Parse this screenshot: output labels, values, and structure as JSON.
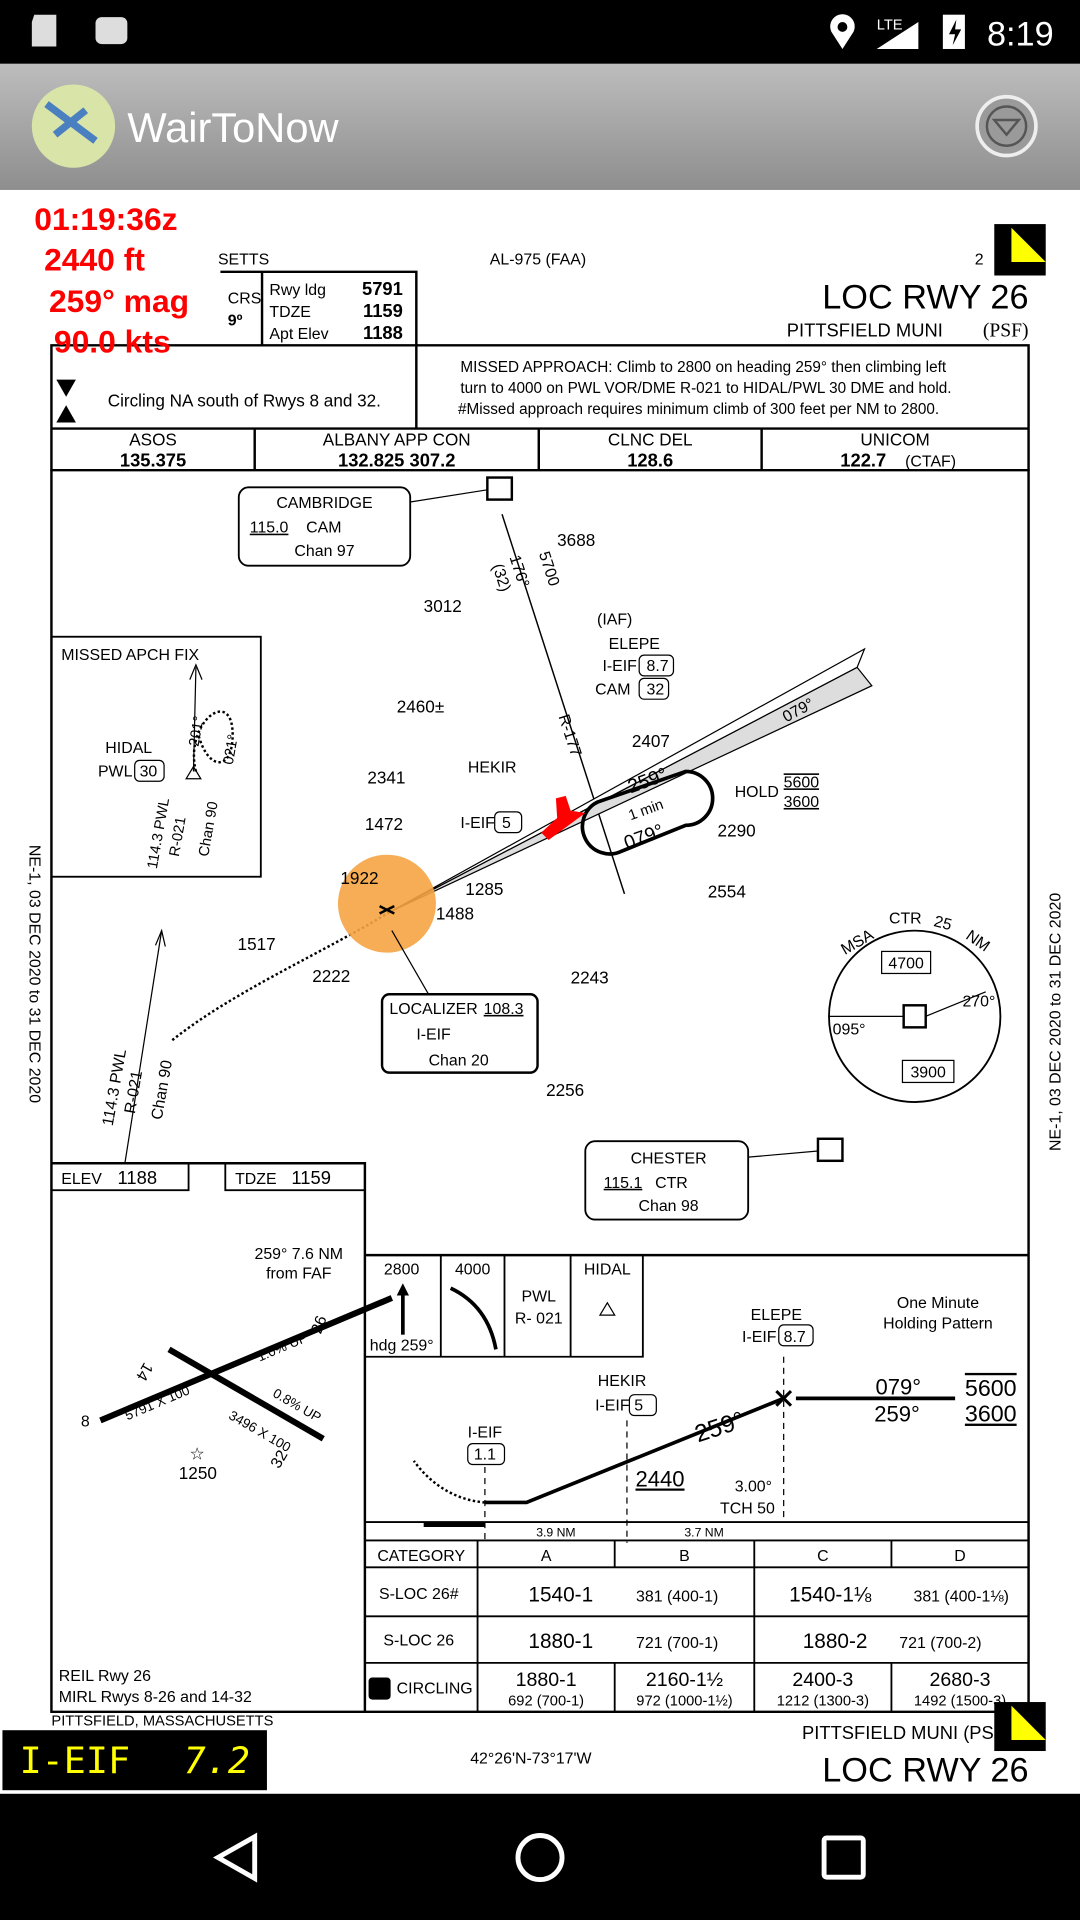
{
  "status_bar": {
    "time": "8:19",
    "network": "LTE",
    "icons": [
      "sd-card-icon",
      "android-icon",
      "location-icon",
      "signal-icon",
      "battery-charging-icon"
    ]
  },
  "app_bar": {
    "title": "WairToNow",
    "menu_icon": "dropdown-circle-icon"
  },
  "overlay": {
    "time": "01:19:36z",
    "altitude": "2440 ft",
    "heading": "259° mag",
    "speed": "90.0 kts",
    "nav_ident": "I-EIF",
    "nav_dme": "7.2"
  },
  "colors": {
    "overlay_text": "#ff0000",
    "ownship": "#ff0000",
    "range_circle": "#f5a443",
    "nav_box_bg": "#000000",
    "nav_box_text": "#ffff00"
  },
  "plate": {
    "state_partial": "SETTS",
    "faa_id": "AL-975 (FAA)",
    "date_partial": "2",
    "title": "LOC RWY 26",
    "airport": "PITTSFIELD MUNI",
    "airport_id": "(PSF)",
    "crs_label": "CRS",
    "crs_partial": "9º",
    "rwy_ldg_label": "Rwy ldg",
    "rwy_ldg": "5791",
    "tdze_label": "TDZE",
    "tdze": "1159",
    "apt_elev_label": "Apt Elev",
    "apt_elev": "1188",
    "notes": "Circling NA south of Rwys 8 and 32.",
    "missed_approach": [
      "MISSED APPROACH: Climb to 2800 on heading 259° then climbing left",
      "turn to 4000 on PWL VOR/DME R-021 to HIDAL/PWL 30 DME and hold.",
      "#Missed approach requires minimum climb of 300 feet per NM to 2800."
    ],
    "comms": [
      {
        "name": "ASOS",
        "freq": "135.375"
      },
      {
        "name": "ALBANY APP CON",
        "freq": "132.825   307.2"
      },
      {
        "name": "CLNC DEL",
        "freq": "128.6"
      },
      {
        "name": "UNICOM",
        "freq": "122.7",
        "extra": "(CTAF)"
      }
    ],
    "plan": {
      "cambridge": {
        "name": "CAMBRIDGE",
        "freq": "115.0",
        "id": "CAM",
        "chan": "Chan 97"
      },
      "chester": {
        "name": "CHESTER",
        "freq": "115.1",
        "id": "CTR",
        "chan": "Chan 98"
      },
      "localizer": {
        "name": "LOCALIZER",
        "freq": "108.3",
        "id": "I-EIF",
        "chan": "Chan 20"
      },
      "radial_cam": "176°",
      "radial_cam2": "(32)",
      "alt_5700": "5700",
      "r177": "R-177",
      "iaf": "(IAF)",
      "elepe": "ELEPE",
      "elepe_ieif": "I-EIF",
      "elepe_dme": "8.7",
      "elepe_cam": "CAM",
      "elepe_cam_dme": "32",
      "hekir": "HEKIR",
      "hekir_ieif": "I-EIF",
      "hekir_dme": "5",
      "hold": "HOLD",
      "hold_max": "5600",
      "hold_min": "3600",
      "crs_259": "259°",
      "crs_079": "079°",
      "crs_079b": "079°",
      "one_min": "1 min",
      "obstacles": [
        "3688",
        "3012",
        "2460±",
        "2407",
        "2341",
        "1472",
        "1922",
        "1285",
        "1488",
        "1517",
        "2222",
        "2243",
        "2554",
        "2290",
        "2256"
      ],
      "missed_fix_title": "MISSED APCH FIX",
      "hidal": "HIDAL",
      "hidal_pwl": "PWL",
      "hidal_dme": "30",
      "pwl_freq": "114.3 PWL",
      "pwl_radial": "R-021",
      "pwl_chan": "Chan 90",
      "hold_201": "201°",
      "hold_021": "021°",
      "msa": {
        "label": "MSA",
        "id": "CTR",
        "radius": "25",
        "unit": "NM",
        "north": "4700",
        "south": "3900",
        "b1": "095°",
        "b2": "270°"
      },
      "side_left": "NE-1, 03 DEC 2020 to 31 DEC 2020",
      "side_right": "NE-1, 03 DEC 2020 to 31 DEC 2020"
    },
    "airport_diagram": {
      "elev_label": "ELEV",
      "elev": "1188",
      "tdze_label": "TDZE",
      "tdze": "1159",
      "faf_note1": "259° 7.6 NM",
      "faf_note2": "from FAF",
      "rwy_8_26": "5791 X 100",
      "rwy_14_32": "3496 X 100",
      "grad1": "1.0% UP",
      "grad2": "0.8% UP",
      "rwy_ids": [
        "8",
        "26",
        "14",
        "32"
      ],
      "beacon_elev": "1250",
      "lights1": "REIL Rwy 26",
      "lights2": "MIRL Rwys 8-26 and 14-32"
    },
    "missed_icons": {
      "climb": "2800",
      "hdg": "hdg 259°",
      "turn": "4000",
      "pwl": "PWL",
      "radial": "R- 021",
      "fix": "HIDAL"
    },
    "profile": {
      "hold_note1": "One Minute",
      "hold_note2": "Holding Pattern",
      "elepe": "ELEPE",
      "elepe_ieif": "I-EIF",
      "elepe_dme": "8.7",
      "hekir": "HEKIR",
      "hekir_ieif": "I-EIF",
      "hekir_dme": "5",
      "map_ieif": "I-EIF",
      "map_dme": "1.1",
      "crs_in": "259°",
      "hold_out": "079°",
      "hold_in": "259°",
      "hold_max": "5600",
      "hold_min": "3600",
      "faf_alt": "2440",
      "gs": "3.00°",
      "tch": "TCH 50",
      "dist1": "3.9 NM",
      "dist2": "3.7 NM"
    },
    "minimums": {
      "headers": [
        "CATEGORY",
        "A",
        "B",
        "C",
        "D"
      ],
      "rows": [
        {
          "label": "S-LOC 26#",
          "ab": "1540-1",
          "ab_haa": "381 (400-1)",
          "cd": "1540-1⅛",
          "cd_haa": "381 (400-1⅛)"
        },
        {
          "label": "S-LOC 26",
          "ab": "1880-1",
          "ab_haa": "721 (700-1)",
          "cd": "1880-2",
          "cd_haa": "721 (700-2)"
        }
      ],
      "circling": {
        "label": "CIRCLING",
        "a": "1880-1",
        "a2": "692 (700-1)",
        "b": "2160-1½",
        "b2": "972 (1000-1½)",
        "c": "2400-3",
        "c2": "1212 (1300-3)",
        "d": "2680-3",
        "d2": "1492 (1500-3)"
      }
    },
    "footer": {
      "city": "PITTSFIELD, MASSACHUSETTS",
      "coords": "42°26'N-73°17'W",
      "airport": "PITTSFIELD MUNI (PS",
      "title": "LOC RWY 26"
    }
  },
  "nav_bar": {
    "back": "back-icon",
    "home": "home-icon",
    "recents": "recents-icon"
  }
}
